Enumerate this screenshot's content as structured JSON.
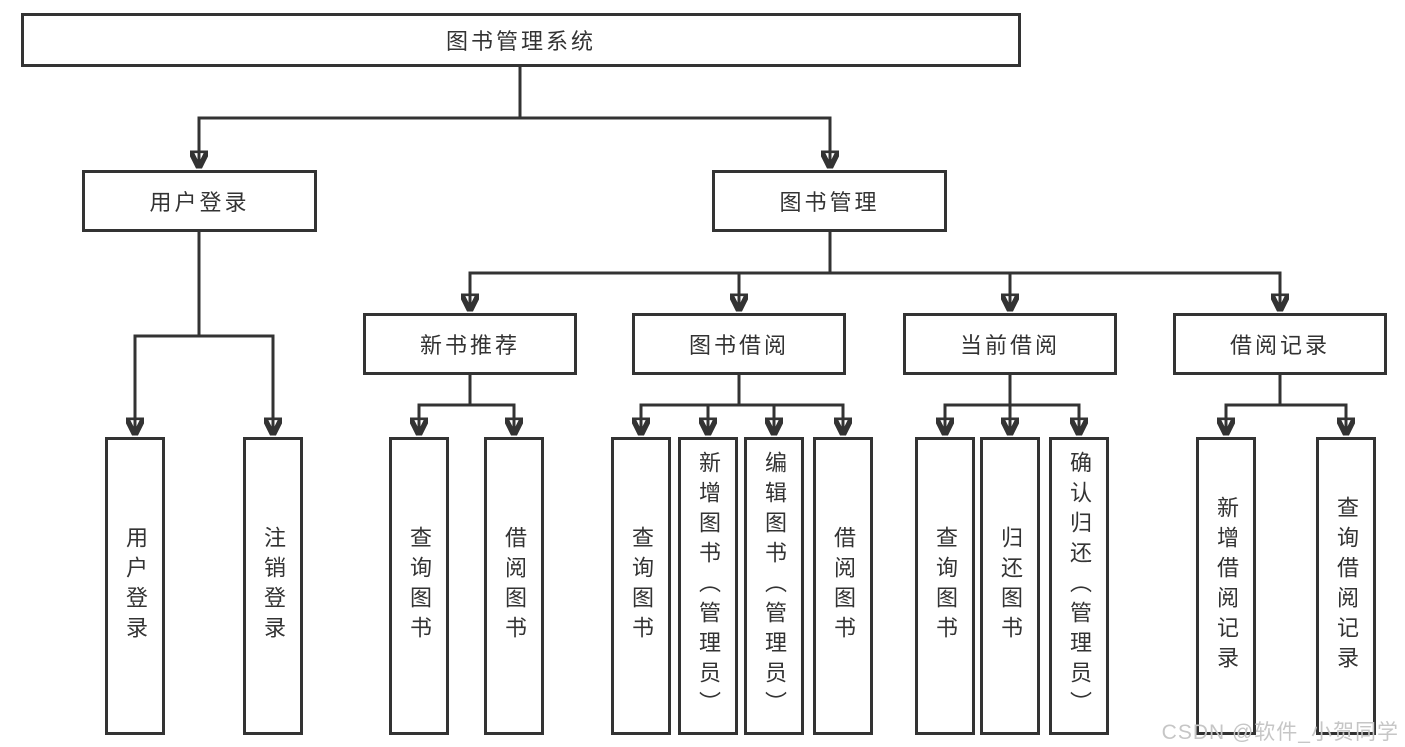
{
  "diagram": {
    "root": {
      "label": "图书管理系统"
    },
    "branches": [
      {
        "label": "用户登录",
        "children": [
          {
            "label": "用户登录"
          },
          {
            "label": "注销登录"
          }
        ]
      },
      {
        "label": "图书管理",
        "children": [
          {
            "label": "新书推荐",
            "children": [
              {
                "label": "查询图书"
              },
              {
                "label": "借阅图书"
              }
            ]
          },
          {
            "label": "图书借阅",
            "children": [
              {
                "label": "查询图书"
              },
              {
                "label": "新增图书（管理员）"
              },
              {
                "label": "编辑图书（管理员）"
              },
              {
                "label": "借阅图书"
              }
            ]
          },
          {
            "label": "当前借阅",
            "children": [
              {
                "label": "查询图书"
              },
              {
                "label": "归还图书"
              },
              {
                "label": "确认归还（管理员）"
              }
            ]
          },
          {
            "label": "借阅记录",
            "children": [
              {
                "label": "新增借阅记录"
              },
              {
                "label": "查询借阅记录"
              }
            ]
          }
        ]
      }
    ]
  },
  "watermark": {
    "text": "CSDN @软件_小贺同学"
  },
  "colors": {
    "line": "#333333",
    "box_border": "#333333",
    "text": "#333333",
    "background": "#ffffff",
    "watermark": "#c6c6c6"
  }
}
